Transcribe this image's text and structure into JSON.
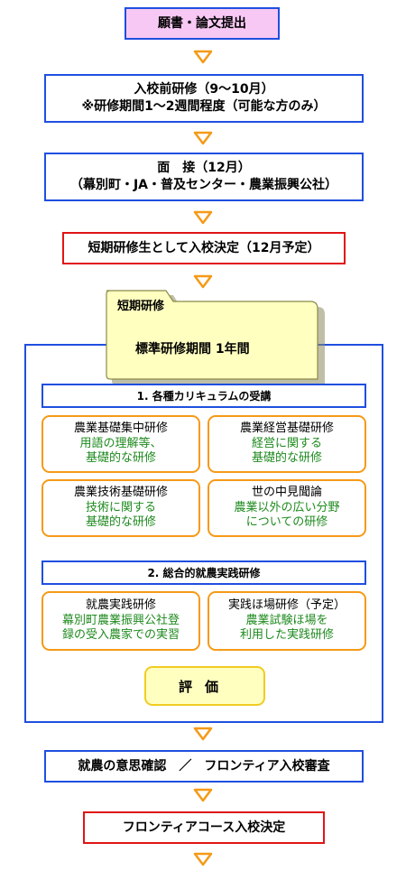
{
  "flow": {
    "step1": "願書・論文提出",
    "step2_line1": "入校前研修（9～10月）",
    "step2_line2": "※研修期間1～2週間程度（可能な方のみ）",
    "step3_line1": "面　接（12月）",
    "step3_line2": "（幕別町・JA・普及センター・農業振興公社）",
    "step4": "短期研修生として入校決定（12月予定）",
    "step5": "就農の意思確認　／　フロンティア入校審査",
    "step6": "フロンティアコース入校決定"
  },
  "short_training": {
    "folder_tab": "短期研修",
    "period": "標準研修期間  1年間",
    "section1_title": "1. 各種カリキュラムの受講",
    "section2_title": "2. 総合的就農実践研修",
    "evaluation": "評価"
  },
  "courses": [
    {
      "title": "農業基礎集中研修",
      "desc1": "用語の理解等、",
      "desc2": "基礎的な研修"
    },
    {
      "title": "農業経営基礎研修",
      "desc1": "経営に関する",
      "desc2": "基礎的な研修"
    },
    {
      "title": "農業技術基礎研修",
      "desc1": "技術に関する",
      "desc2": "基礎的な研修"
    },
    {
      "title": "世の中見聞論",
      "desc1": "農業以外の広い分野",
      "desc2": "についての研修"
    },
    {
      "title": "就農実践研修",
      "desc1": "幕別町農業振興公社登",
      "desc2": "録の受入農家での実習"
    },
    {
      "title": "実践ほ場研修（予定）",
      "desc1": "農業試験ほ場を",
      "desc2": "利用した実践研修"
    }
  ],
  "colors": {
    "blue": "#1f4fe0",
    "red": "#e01515",
    "orange": "#f59a17",
    "pink": "#f8c8f4",
    "green_text": "#1e8a1e",
    "folder_yellow": "#ffffc0",
    "eval_yellow": "#ffffc0"
  }
}
